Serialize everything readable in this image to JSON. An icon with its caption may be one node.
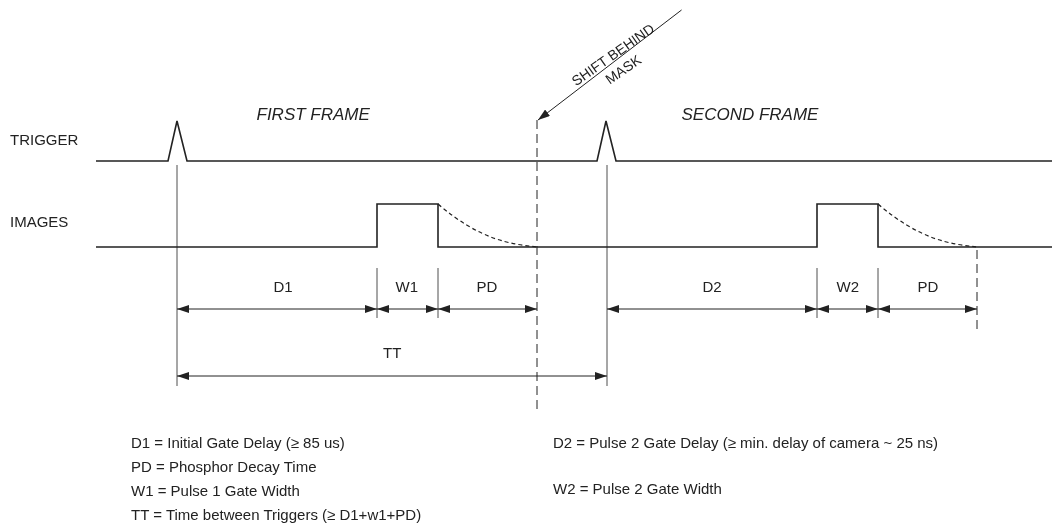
{
  "diagram": {
    "nodes": [
      {
        "text": [
          "SHIFT BEHIND MASK"
        ]
      },
      {
        "text": [],
        "shape": "line"
      }
    ],
    "edges": [
      {
        "from": 0,
        "to": 1,
        "arrow": "to"
      }
    ],
    "labels": [
      "FIRST FRAME",
      "SECOND FRAME",
      "TRIGGER",
      "IMAGES",
      "D1",
      "W1",
      "PD",
      "D2",
      "W2",
      "PD",
      "TT",
      "D1 = Initial Gate Delay (≥ 85 us)",
      "D2 = Pulse 2 Gate Delay (≥ min. delay of camera ~ 25 ns)",
      "PD = Phosphor Decay Time",
      "W1 = Pulse 1 Gate Width",
      "W2 = Pulse 2 Gate Width",
      "TT = Time between Triggers (≥ D1+w1+PD)"
    ]
  }
}
